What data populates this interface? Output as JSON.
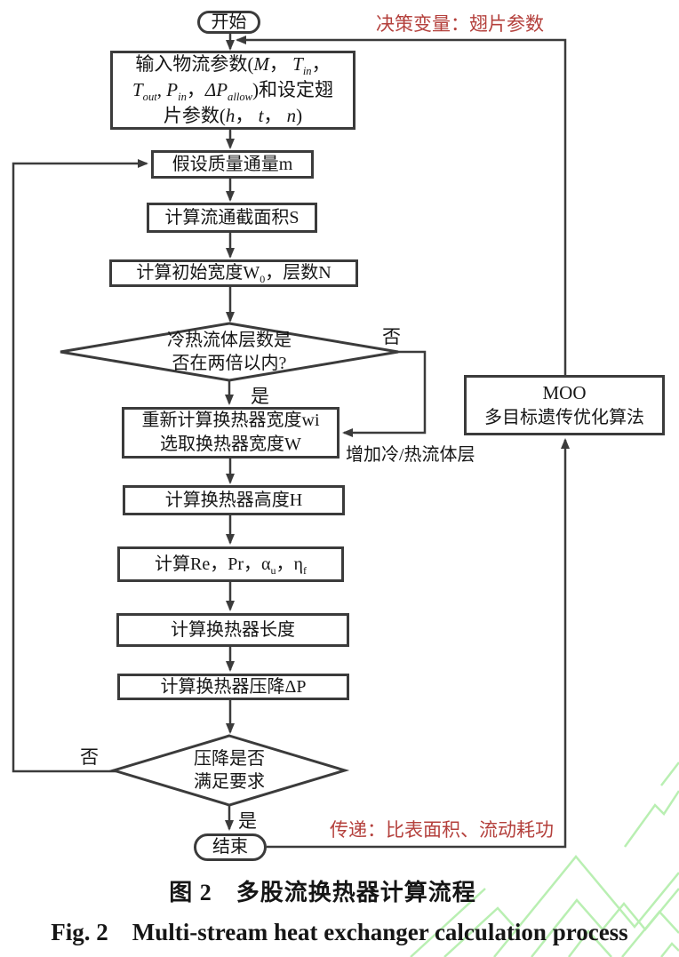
{
  "colors": {
    "line": "#3b3b3b",
    "red_annotation": "#b4403c",
    "watermark_green": "#b9efb2"
  },
  "flow": {
    "start_label": "开始",
    "end_label": "结束",
    "input_box": {
      "line1": [
        {
          "t": "输入物流参数("
        },
        {
          "t": "M",
          "s": "i"
        },
        {
          "t": "， "
        },
        {
          "t": "T",
          "s": "i"
        },
        {
          "t": "in",
          "s": "isub"
        },
        {
          "t": "，"
        }
      ],
      "line2": [
        {
          "t": "T",
          "s": "i"
        },
        {
          "t": "out",
          "s": "isub"
        },
        {
          "t": ", "
        },
        {
          "t": "P",
          "s": "i"
        },
        {
          "t": "in",
          "s": "isub"
        },
        {
          "t": "，"
        },
        {
          "t": "ΔP",
          "s": "i"
        },
        {
          "t": "allow",
          "s": "isub"
        },
        {
          "t": ")和设定翅"
        }
      ],
      "line3": [
        {
          "t": "片参数("
        },
        {
          "t": "h",
          "s": "i"
        },
        {
          "t": "， "
        },
        {
          "t": "t",
          "s": "i"
        },
        {
          "t": "， "
        },
        {
          "t": "n",
          "s": "i"
        },
        {
          "t": ")"
        }
      ]
    },
    "assume_flux": "假设质量通量m",
    "calc_area": "计算流通截面积S",
    "calc_width": [
      {
        "t": "计算初始宽度W"
      },
      {
        "t": "0",
        "s": "sub"
      },
      {
        "t": "，层数N"
      }
    ],
    "decision1_line1": "冷热流体层数是",
    "decision1_line2": "否在两倍以内?",
    "recalc_line1": "重新计算换热器宽度wi",
    "recalc_line2": "选取换热器宽度W",
    "calc_height": "计算换热器高度H",
    "calc_re": [
      {
        "t": "计算Re，Pr，α"
      },
      {
        "t": "u",
        "s": "sub"
      },
      {
        "t": "，η"
      },
      {
        "t": "f",
        "s": "sub"
      }
    ],
    "calc_length": "计算换热器长度",
    "calc_dp": "计算换热器压降ΔP",
    "decision2_line1": "压降是否",
    "decision2_line2": "满足要求",
    "moo_line1": "MOO",
    "moo_line2": "多目标遗传优化算法"
  },
  "labels": {
    "no1": "否",
    "yes1": "是",
    "increase_layers": "增加冷/热流体层",
    "no2": "否",
    "yes2": "是",
    "decision_variable": "决策变量：翅片参数",
    "transfer": "传递：比表面积、流动耗功"
  },
  "caption": {
    "zh": "图 2　多股流换热器计算流程",
    "en": "Fig. 2　Multi-stream heat exchanger calculation process"
  }
}
